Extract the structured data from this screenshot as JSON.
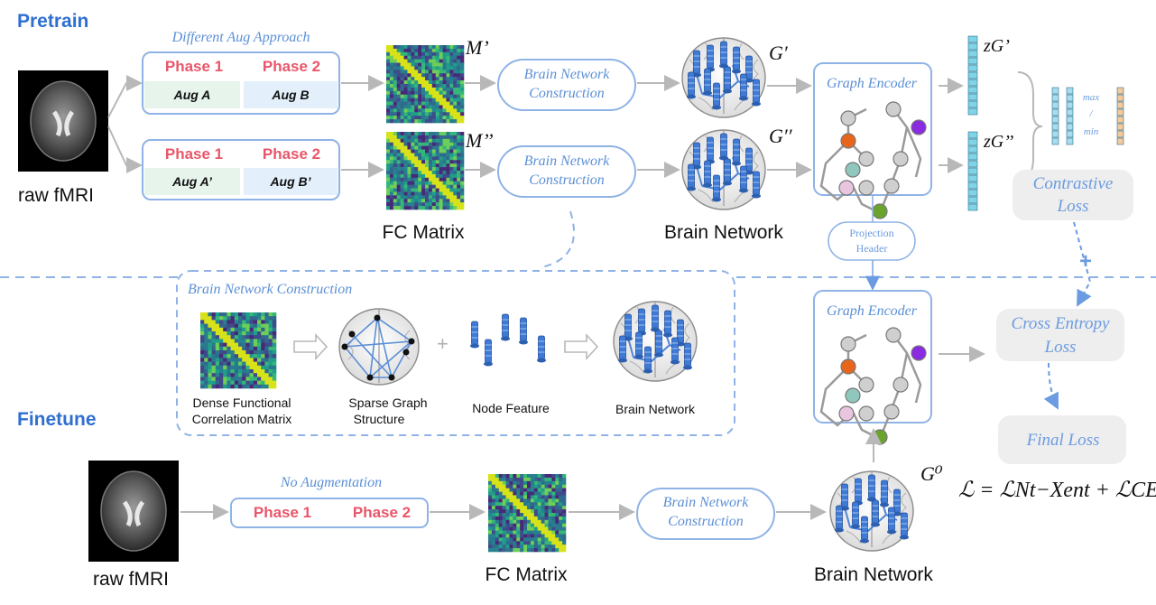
{
  "pretrain": {
    "section_label": "Pretrain",
    "aug_title": "Different Aug Approach",
    "raw_label": "raw fMRI",
    "fc_label": "FC Matrix",
    "bn_label": "Brain Network",
    "row1": {
      "phase1": "Phase 1",
      "phase2": "Phase 2",
      "aug_a": "Aug A",
      "aug_b": "Aug B",
      "m_label": "M’",
      "g_label": "G′",
      "z_label": "zG’"
    },
    "row2": {
      "phase1": "Phase 1",
      "phase2": "Phase 2",
      "aug_a": "Aug A’",
      "aug_b": "Aug B’",
      "m_label": "M’’",
      "g_label": "G′′",
      "z_label": "zG’’"
    },
    "construction_line1": "Brain Network",
    "construction_line2": "Construction",
    "graph_encoder": "Graph Encoder",
    "maxmin": [
      "max",
      "/",
      "min"
    ],
    "contrastive_loss": [
      "Contrastive",
      "Loss"
    ]
  },
  "projection_header": [
    "Projection",
    "Header"
  ],
  "plus_sign": "+",
  "construction_detail": {
    "title": "Brain Network Construction",
    "dense_label": [
      "Dense Functional",
      "Correlation Matrix"
    ],
    "sparse_label": [
      "Sparse Graph",
      "Structure"
    ],
    "node_label": "Node Feature",
    "bn_label": "Brain Network",
    "plus": "+"
  },
  "finetune": {
    "section_label": "Finetune",
    "no_aug": "No Augmentation",
    "phase1": "Phase 1",
    "phase2": "Phase 2",
    "raw_label": "raw fMRI",
    "fc_label": "FC Matrix",
    "bn_label": "Brain Network",
    "construction_line1": "Brain Network",
    "construction_line2": "Construction",
    "graph_encoder": "Graph Encoder",
    "g0_label": "G⁰",
    "cross_entropy": [
      "Cross Entropy",
      "Loss"
    ],
    "final_loss": "Final Loss",
    "formula": "ℒ = ℒNt−Xent + ℒCE"
  },
  "colors": {
    "accent": "#2f6fd0",
    "phase": "#e8566a",
    "box_border": "#8fb3e6",
    "loss_text": "#6b9be0",
    "loss_fill": "#eeeeee",
    "aug_green": "#e6f4ec",
    "aug_blue": "#e3f0fb",
    "node_orange": "#e8661c",
    "node_purple": "#8a2be2",
    "node_teal": "#8fc7bd",
    "node_pink": "#e8c6e0",
    "node_green": "#6aa42d",
    "node_grey": "#cfcfcf"
  }
}
